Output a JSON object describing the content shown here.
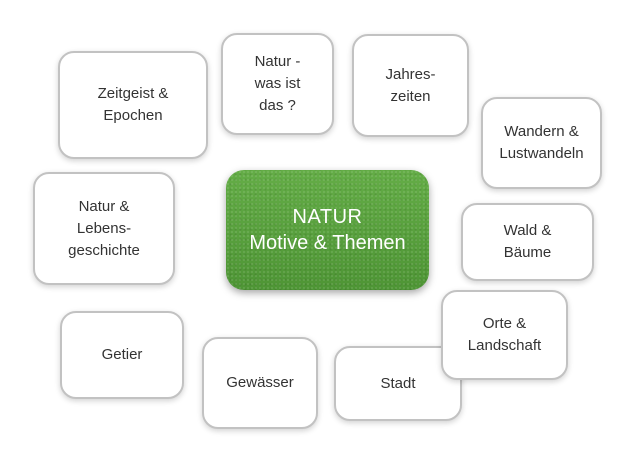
{
  "center": {
    "title": "NATUR",
    "subtitle": "Motive & Themen"
  },
  "topics": [
    {
      "label": "Zeitgeist &\nEpochen"
    },
    {
      "label": "Natur -\nwas ist\ndas ?"
    },
    {
      "label": "Jahres-\nzeiten"
    },
    {
      "label": "Wandern &\nLustwandeln"
    },
    {
      "label": "Natur &\nLebens-\ngeschichte"
    },
    {
      "label": "Wald &\nBäume"
    },
    {
      "label": "Getier"
    },
    {
      "label": "Gewässer"
    },
    {
      "label": "Stadt"
    },
    {
      "label": "Orte &\nLandschaft"
    }
  ],
  "colors": {
    "center_fill": "#58a23c",
    "node_border": "#c2c2c2",
    "text": "#333333"
  }
}
